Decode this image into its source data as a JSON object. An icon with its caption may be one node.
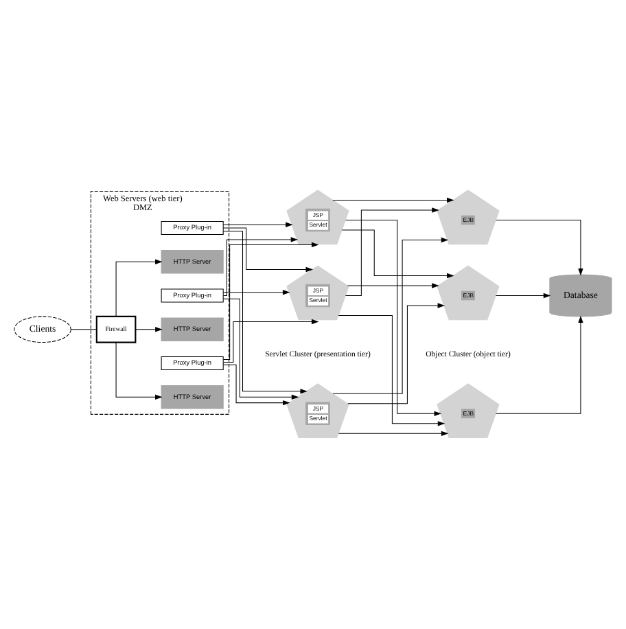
{
  "diagram": {
    "nodes": [
      {
        "text": [
          "Clients"
        ]
      },
      {
        "text": [
          "Web Servers (web tier)",
          "DMZ"
        ]
      },
      {
        "text": [
          "Firewall"
        ],
        "in": 1
      },
      {
        "text": [
          "HTTP Server"
        ],
        "in": 1
      },
      {
        "text": [
          "Proxy Plug-in"
        ],
        "in": 1
      },
      {
        "text": [
          "HTTP Server"
        ],
        "in": 1
      },
      {
        "text": [
          "Proxy Plug-in"
        ],
        "in": 1
      },
      {
        "text": [
          "HTTP Server"
        ],
        "in": 1
      },
      {
        "text": [
          "Proxy Plug-in"
        ],
        "in": 1
      },
      {
        "text": [
          "JSP",
          "Servlet"
        ]
      },
      {
        "text": [
          "JSP",
          "Servlet"
        ]
      },
      {
        "text": [
          "JSP",
          "Servlet"
        ]
      },
      {
        "text": [
          "EJB"
        ]
      },
      {
        "text": [
          "EJB"
        ]
      },
      {
        "text": [
          "EJB"
        ]
      },
      {
        "text": [
          "Database"
        ]
      }
    ],
    "edges": [
      {
        "from": 0,
        "to": 2,
        "arrow": "none"
      },
      {
        "from": 2,
        "to": 3,
        "arrow": "to"
      },
      {
        "from": 2,
        "to": 5,
        "arrow": "to"
      },
      {
        "from": 2,
        "to": 7,
        "arrow": "to"
      },
      {
        "from": 4,
        "to": 9,
        "arrow": "to"
      },
      {
        "from": 4,
        "to": 10,
        "arrow": "to"
      },
      {
        "from": 4,
        "to": 11,
        "arrow": "to"
      },
      {
        "from": 6,
        "to": 9,
        "arrow": "to"
      },
      {
        "from": 6,
        "to": 10,
        "arrow": "to"
      },
      {
        "from": 6,
        "to": 11,
        "arrow": "to"
      },
      {
        "from": 8,
        "to": 9,
        "arrow": "to"
      },
      {
        "from": 8,
        "to": 10,
        "arrow": "to"
      },
      {
        "from": 8,
        "to": 11,
        "arrow": "to"
      },
      {
        "from": 9,
        "to": 12,
        "arrow": "to"
      },
      {
        "from": 9,
        "to": 13,
        "arrow": "to"
      },
      {
        "from": 9,
        "to": 14,
        "arrow": "to"
      },
      {
        "from": 10,
        "to": 12,
        "arrow": "to"
      },
      {
        "from": 10,
        "to": 13,
        "arrow": "to"
      },
      {
        "from": 10,
        "to": 14,
        "arrow": "to"
      },
      {
        "from": 11,
        "to": 12,
        "arrow": "to"
      },
      {
        "from": 11,
        "to": 13,
        "arrow": "to"
      },
      {
        "from": 11,
        "to": 14,
        "arrow": "to"
      },
      {
        "from": 12,
        "to": 15,
        "arrow": "to"
      },
      {
        "from": 13,
        "to": 15,
        "arrow": "to"
      },
      {
        "from": 14,
        "to": 15,
        "arrow": "to"
      }
    ],
    "labels": [
      "Servlet Cluster (presentation tier)",
      "Object Cluster (object tier)"
    ]
  }
}
